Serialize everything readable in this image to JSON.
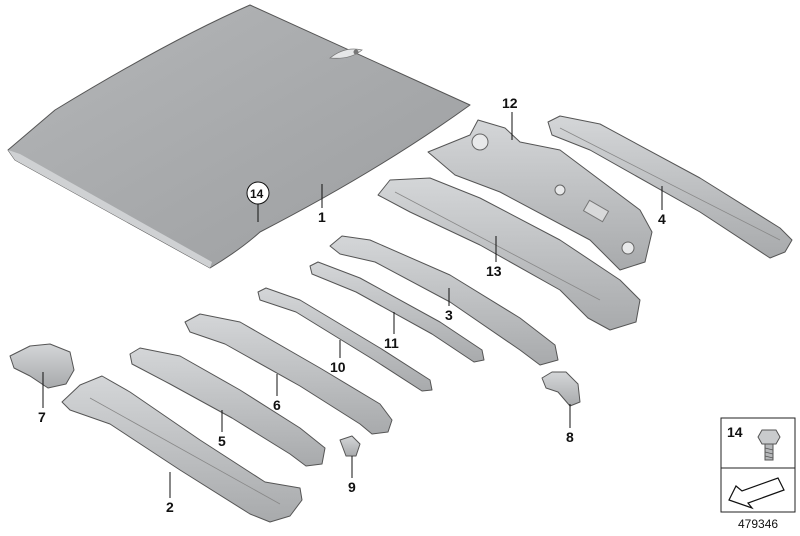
{
  "callouts": {
    "c1": "1",
    "c2": "2",
    "c3": "3",
    "c4": "4",
    "c5": "5",
    "c6": "6",
    "c7": "7",
    "c8": "8",
    "c9": "9",
    "c10": "10",
    "c11": "11",
    "c12": "12",
    "c13": "13",
    "c14": "14"
  },
  "inset": {
    "part_number": "14"
  },
  "catalog_number": "479346",
  "colors": {
    "panel": "#a9abad",
    "metal": "#bfc1c3",
    "outline": "#555555",
    "text": "#111111"
  }
}
